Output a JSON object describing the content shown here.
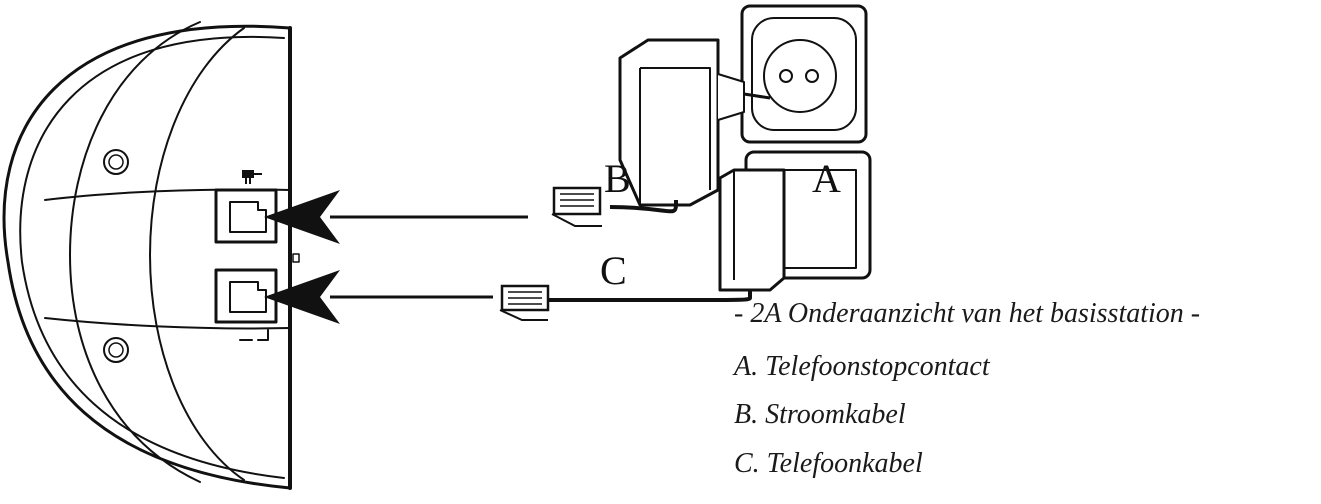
{
  "labels": {
    "a": "A",
    "b": "B",
    "c": "C"
  },
  "caption": {
    "title": "- 2A Onderaanzicht van het basisstation -",
    "items": [
      "A. Telefoonstopcontact",
      "B. Stroomkabel",
      "C. Telefoonkabel"
    ]
  },
  "colors": {
    "line": "#111111",
    "background": "#ffffff"
  }
}
